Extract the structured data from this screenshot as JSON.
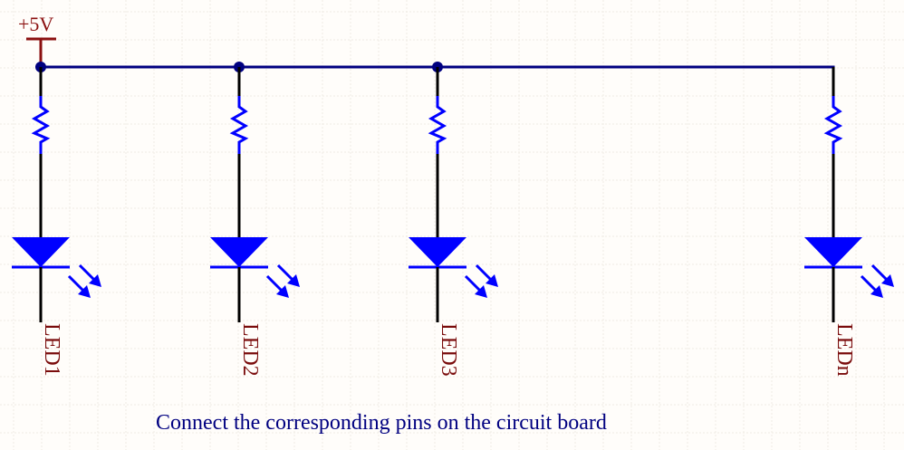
{
  "power_label": "+5V",
  "caption": "Connect the corresponding pins on the circuit board",
  "leds": [
    {
      "label": "LED1"
    },
    {
      "label": "LED2"
    },
    {
      "label": "LED3"
    },
    {
      "label": "LEDn"
    }
  ],
  "colors": {
    "background": "#fffdfa",
    "grid": "#efebe4",
    "power": "#8b1010",
    "bus_wire": "#000080",
    "lead_wire": "#000000",
    "component": "#0000ff",
    "label": "#7a0c0c",
    "caption": "#000080"
  }
}
